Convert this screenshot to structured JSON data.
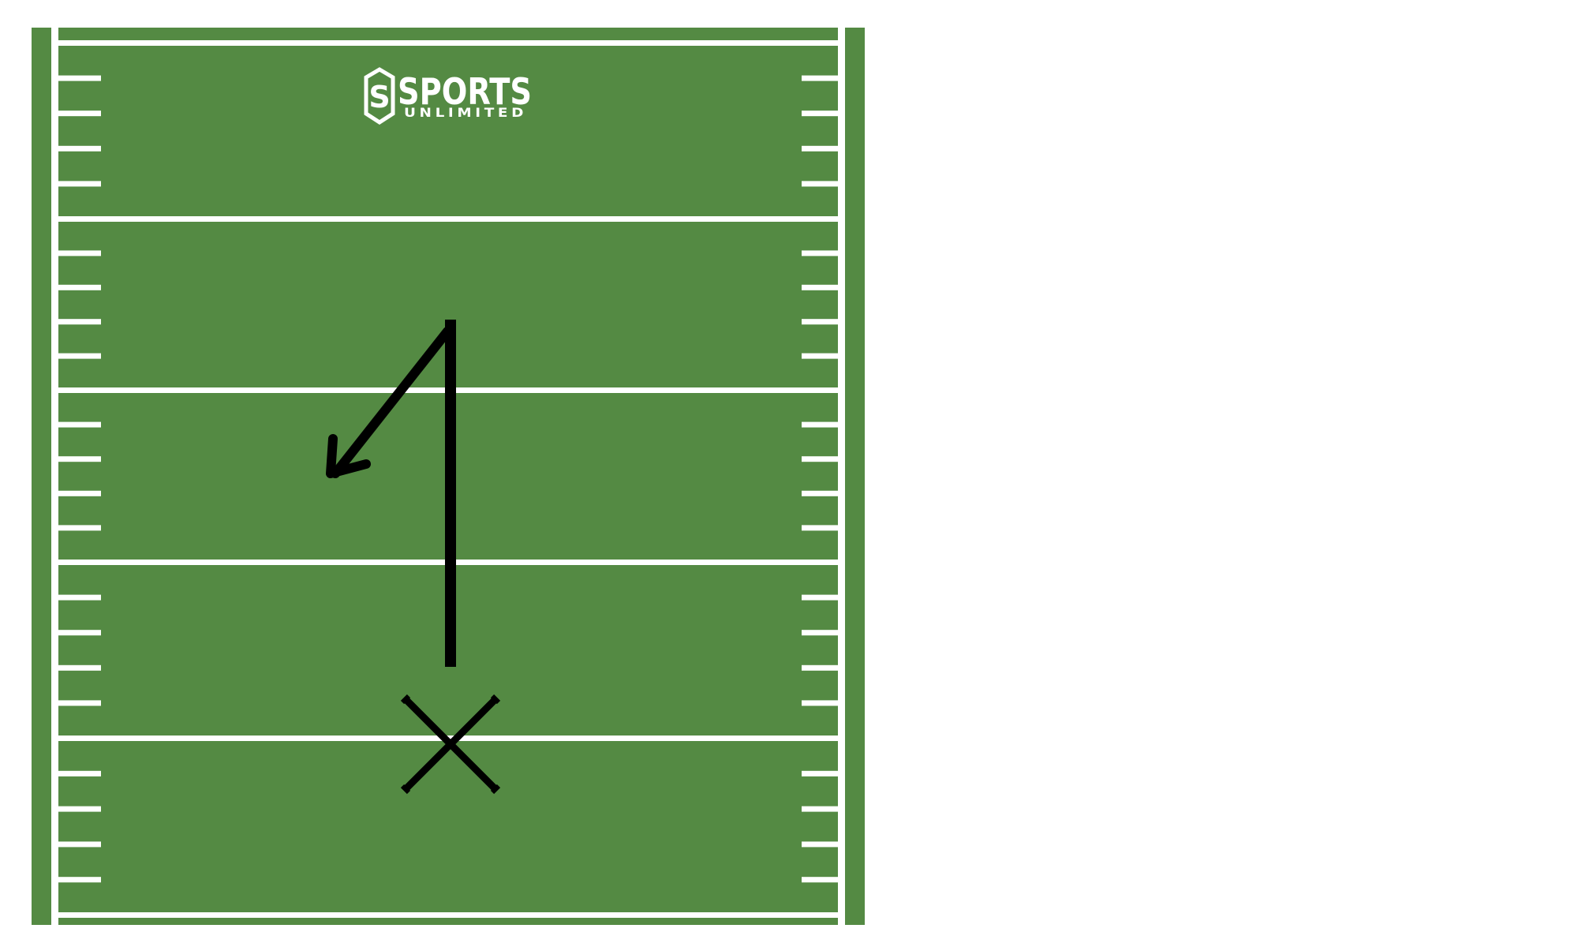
{
  "logo": {
    "title": "SPORTS",
    "subtitle": "UNLIMITED",
    "emblem_letter": "S"
  },
  "colors": {
    "turf": "#548a43",
    "line": "#ffffff",
    "ink": "#000000",
    "background": "#ffffff"
  },
  "play": {
    "player_marker": "x-mark",
    "route": "straight stem then diagonal break back to the left, arrowhead at end"
  }
}
